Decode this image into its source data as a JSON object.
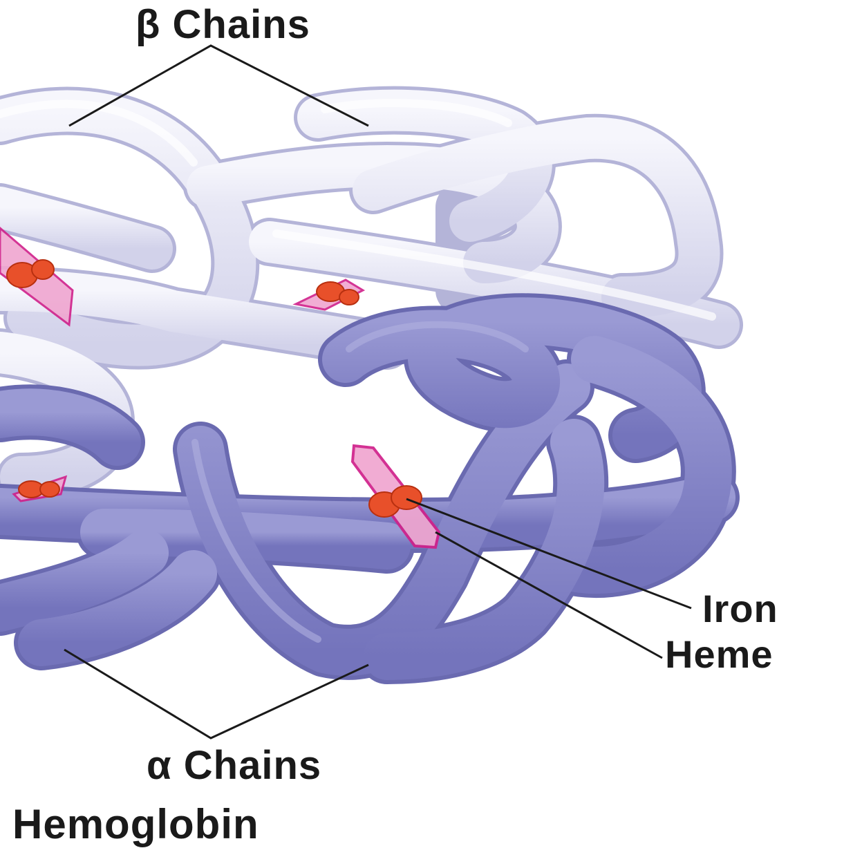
{
  "labels": {
    "beta_chains": "β Chains",
    "alpha_chains": "α Chains",
    "iron": "Iron",
    "heme": "Heme",
    "title": "Hemoglobin"
  },
  "colors": {
    "beta_chain_fill": "#e4e4f4",
    "beta_chain_edge": "#b4b4d8",
    "alpha_chain_fill": "#8686c8",
    "alpha_chain_edge": "#6a6ab0",
    "heme_plane": "#f0a6d0",
    "heme_edge": "#d0208a",
    "iron": "#e8502a",
    "leader_line": "#1a1a1a",
    "background": "#ffffff"
  }
}
